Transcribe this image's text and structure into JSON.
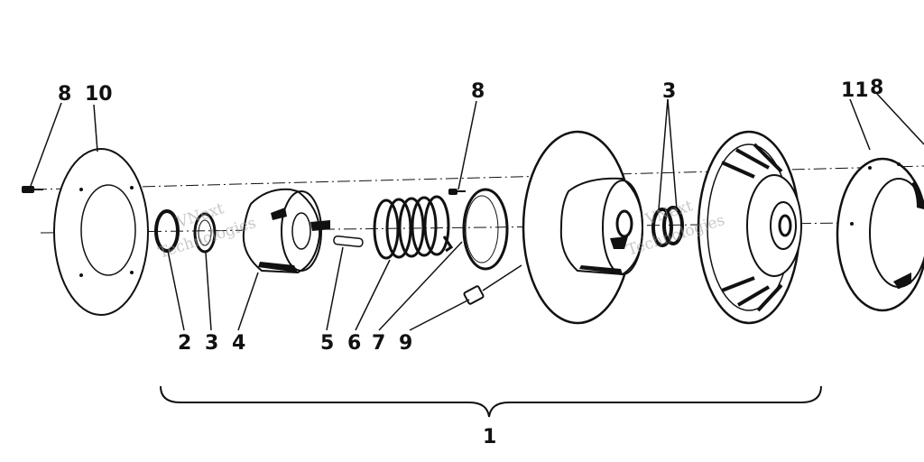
{
  "callouts": {
    "c8a": "8",
    "c10": "10",
    "c8b": "8",
    "c3a": "3",
    "c11": "11",
    "c8c": "8",
    "c2": "2",
    "c3b": "3",
    "c4": "4",
    "c5": "5",
    "c6": "6",
    "c7": "7",
    "c9": "9",
    "c1": "1"
  },
  "watermark": {
    "line1": "VNext",
    "line2": "Technologies"
  },
  "colors": {
    "ink": "#111111",
    "watermark": "#9a9a9a"
  }
}
